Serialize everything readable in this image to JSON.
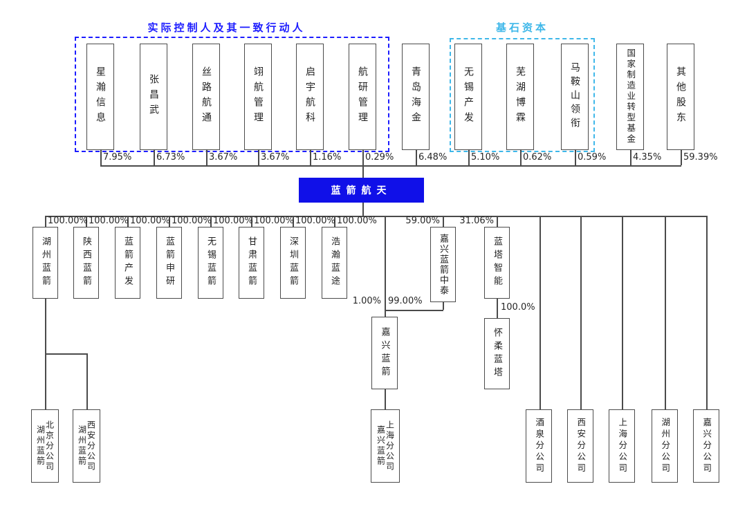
{
  "diagram": {
    "groups": {
      "controllers": {
        "label": "实际控制人及其一致行动人",
        "color": "#1c1cff"
      },
      "cornerstone": {
        "label": "基石资本",
        "color": "#3eb7e9"
      }
    },
    "shareholders": [
      {
        "name": "星瀚信息",
        "pct": "7.95%"
      },
      {
        "name": "张昌武",
        "pct": "6.73%"
      },
      {
        "name": "丝路航通",
        "pct": "3.67%"
      },
      {
        "name": "翊航管理",
        "pct": "3.67%"
      },
      {
        "name": "启宇航科",
        "pct": "1.16%"
      },
      {
        "name": "航研管理",
        "pct": "0.29%"
      },
      {
        "name": "青岛海金",
        "pct": "6.48%"
      },
      {
        "name": "无锡产发",
        "pct": "5.10%"
      },
      {
        "name": "芜湖博霖",
        "pct": "0.62%"
      },
      {
        "name": "马鞍山领衔",
        "pct": "0.59%"
      },
      {
        "name": "国家制造业转型基金",
        "pct": "4.35%"
      },
      {
        "name": "其他股东",
        "pct": "59.39%"
      }
    ],
    "parent": {
      "name": "蓝箭航天",
      "bg_color": "#1010e8",
      "text_color": "#ffffff"
    },
    "subsidiaries": [
      {
        "name": "湖州蓝箭",
        "pct": "100.00%"
      },
      {
        "name": "陕西蓝箭",
        "pct": "100.00%"
      },
      {
        "name": "蓝箭产发",
        "pct": "100.00%"
      },
      {
        "name": "蓝箭申研",
        "pct": "100.00%"
      },
      {
        "name": "无锡蓝箭",
        "pct": "100.00%"
      },
      {
        "name": "甘肃蓝箭",
        "pct": "100.00%"
      },
      {
        "name": "深圳蓝箭",
        "pct": "100.00%"
      },
      {
        "name": "浩瀚蓝途",
        "pct": "100.00%"
      },
      {
        "name": "嘉兴蓝箭中泰",
        "pct": "59.00%"
      },
      {
        "name": "蓝塔智能",
        "pct": "31.06%"
      }
    ],
    "tier3": {
      "jiaxing_lanjian": {
        "name": "嘉兴蓝箭",
        "pct_direct": "1.00%",
        "pct_via_zhongtai": "99.00%"
      },
      "huairou_lanta": {
        "name": "怀柔蓝塔",
        "pct": "100.0%"
      }
    },
    "branches": {
      "huzhou_beijing": {
        "company": "湖州蓝箭",
        "branch": "北京分公司"
      },
      "huzhou_xian": {
        "company": "湖州蓝箭",
        "branch": "西安分公司"
      },
      "jiaxing_shanghai": {
        "company": "嘉兴蓝箭",
        "branch": "上海分公司"
      },
      "parent_branches": [
        {
          "name": "酒泉分公司"
        },
        {
          "name": "西安分公司"
        },
        {
          "name": "上海分公司"
        },
        {
          "name": "湖州分公司"
        },
        {
          "name": "嘉兴分公司"
        }
      ]
    }
  }
}
